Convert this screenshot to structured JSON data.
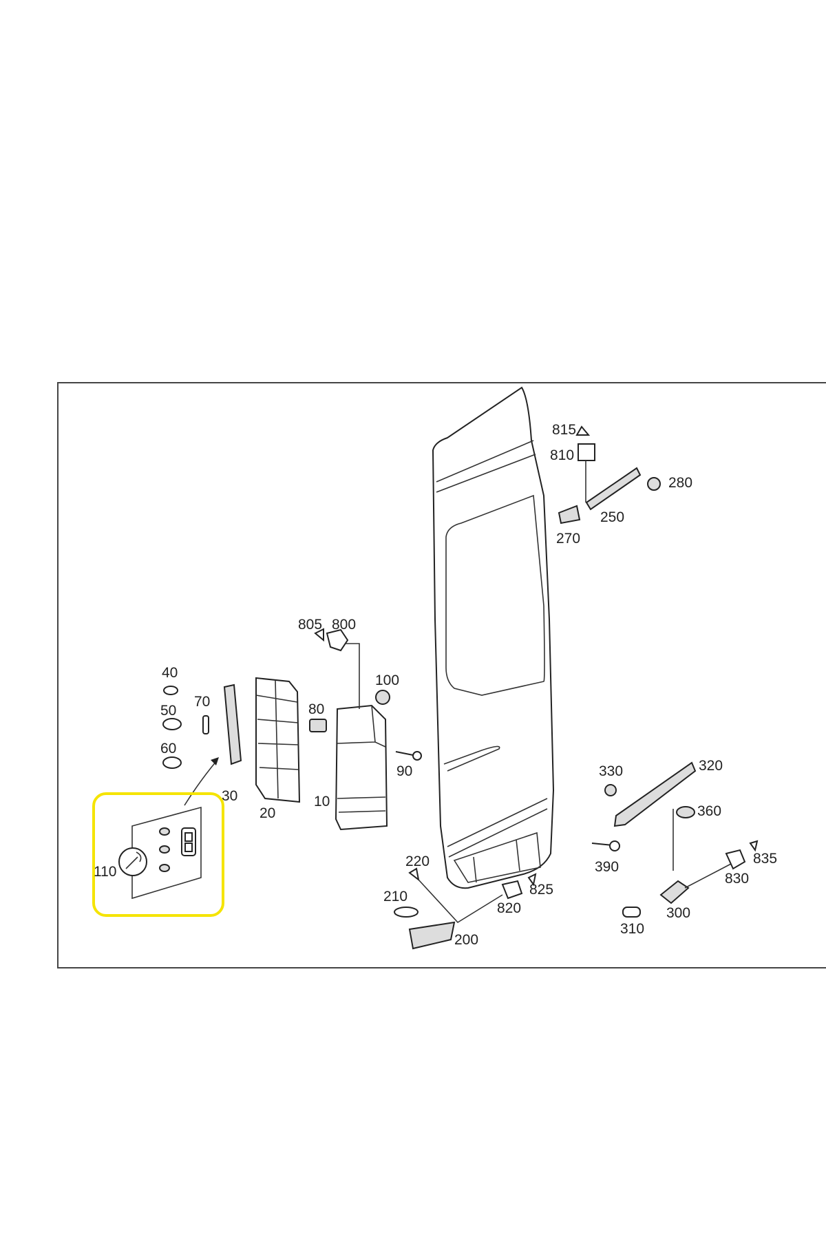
{
  "diagram": {
    "highlight_color": "#f5e400",
    "labels": {
      "p815": "815",
      "p810": "810",
      "p280": "280",
      "p250": "250",
      "p270": "270",
      "p805": "805",
      "p800": "800",
      "p40": "40",
      "p100": "100",
      "p70": "70",
      "p50": "50",
      "p80": "80",
      "p60": "60",
      "p90": "90",
      "p330": "330",
      "p320": "320",
      "p30": "30",
      "p20": "20",
      "p10": "10",
      "p360": "360",
      "p835": "835",
      "p390": "390",
      "p220": "220",
      "p110": "110",
      "p830": "830",
      "p825": "825",
      "p210": "210",
      "p820": "820",
      "p300": "300",
      "p310": "310",
      "p200": "200"
    }
  }
}
